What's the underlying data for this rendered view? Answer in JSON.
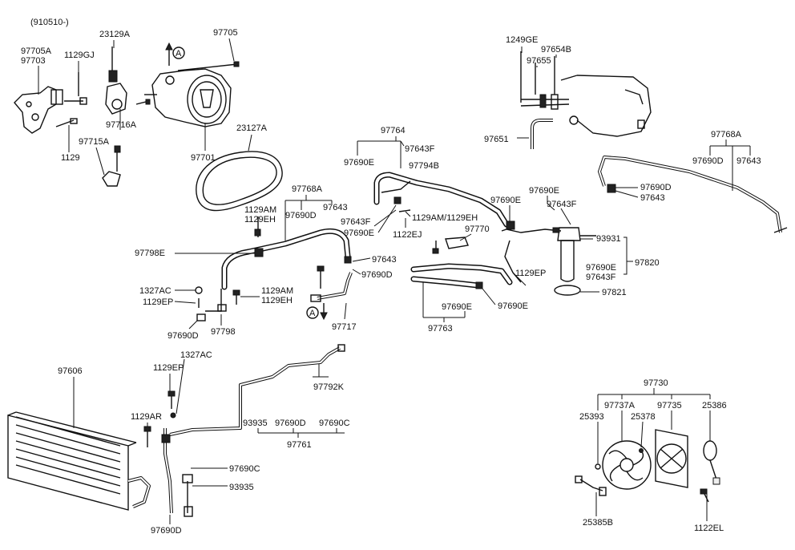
{
  "header": {
    "date_code": "(910510-)"
  },
  "labels": {
    "l97705A": "97705A",
    "l97703": "97703",
    "l1129GJ": "1129GJ",
    "l23129A": "23129A",
    "l97705": "97705",
    "l97716A": "97716A",
    "l97715A": "97715A",
    "l1129": "1129",
    "l97701": "97701",
    "l23127A": "23127A",
    "lA1": "A",
    "lA2": "A",
    "l1249GE": "1249GE",
    "l97654B": "97654B",
    "l97655": "97655",
    "l97651": "97651",
    "l97764": "97764",
    "l97690E_a": "97690E",
    "l97643F_a": "97643F",
    "l97794B": "97794B",
    "l97768A_a": "97768A",
    "l97690D_a": "97690D",
    "l97643_a": "97643",
    "l97768A_b": "97768A",
    "l97690D_b": "97690D",
    "l97643_b": "97643",
    "l97690D_c": "97690D",
    "l97643_c": "97643",
    "l1129AM_a": "1129AM",
    "l1129EH_a": "1129EH",
    "l97798E": "97798E",
    "l97643F_b": "97643F",
    "l97690E_b": "97690E",
    "l1129AM_1129EH": "1129AM/1129EH",
    "l1122EJ": "1122EJ",
    "l97770": "97770",
    "l97690E_c": "97690E",
    "l97690E_d": "97690E",
    "l97643F_c": "97643F",
    "l93931": "93931",
    "l97690E_e": "97690E",
    "l97643F_d": "97643F",
    "l97820": "97820",
    "l97821": "97821",
    "l97643_d": "97643",
    "l97690D_d": "97690D",
    "l1129EP_a": "1129EP",
    "l1327AC_a": "1327AC",
    "l1129EP_b": "1129EP",
    "l1129AM_b": "1129AM",
    "l1129EH_b": "1129EH",
    "l97690D_e": "97690D",
    "l97798": "97798",
    "l97717": "97717",
    "l97690E_f": "97690E",
    "l97690E_g": "97690E",
    "l97763": "97763",
    "l97606": "97606",
    "l1327AC_b": "1327AC",
    "l1129EP_c": "1129EP",
    "l97792K": "97792K",
    "l1129AR": "1129AR",
    "l93935_a": "93935",
    "l97690D_f": "97690D",
    "l97690C_a": "97690C",
    "l97761": "97761",
    "l97690C_b": "97690C",
    "l93935_b": "93935",
    "l97690D_g": "97690D",
    "l97730": "97730",
    "l97737A": "97737A",
    "l97735": "97735",
    "l25393": "25393",
    "l25378": "25378",
    "l25386": "25386",
    "l25385B": "25385B",
    "l1122EL": "1122EL"
  }
}
